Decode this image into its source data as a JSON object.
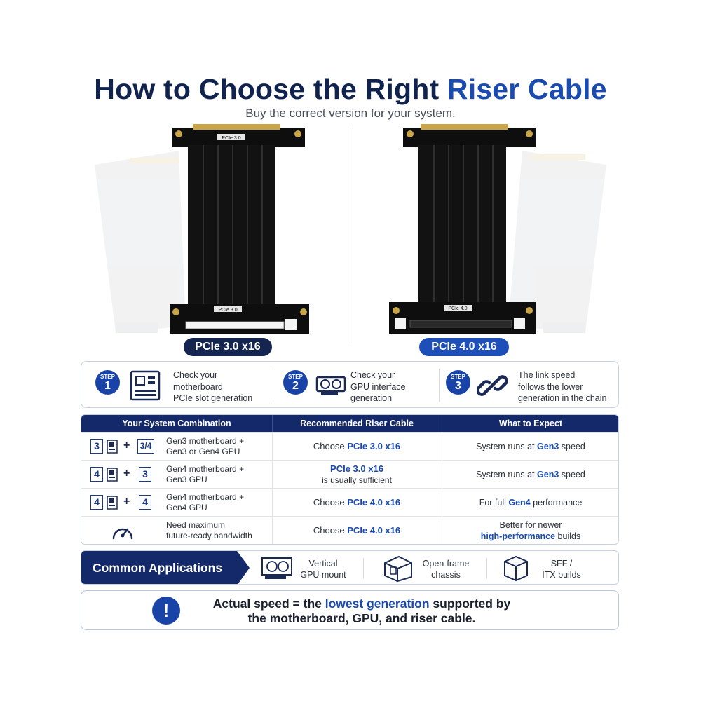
{
  "header": {
    "title_main": "How to Choose the Right ",
    "title_accent": "Riser Cable",
    "subtitle": "Buy the correct version for your system."
  },
  "products": {
    "left": {
      "label": "PCIe 3.0 x16",
      "chip_top": "PCIe 3.0",
      "chip_bottom": "PCIe 3.0"
    },
    "right": {
      "label": "PCIe 4.0 x16",
      "chip_top": "",
      "chip_bottom": "PCIe 4.0"
    }
  },
  "steps": [
    {
      "word": "STEP",
      "num": "1",
      "line1": "Check your",
      "line2": "motherboard",
      "line3": "PCIe slot generation"
    },
    {
      "word": "STEP",
      "num": "2",
      "line1": "Check your",
      "line2": "GPU interface",
      "line3": "generation"
    },
    {
      "word": "STEP",
      "num": "3",
      "line1": "The link speed",
      "line2": "follows the lower",
      "line3": "generation in the chain"
    }
  ],
  "table": {
    "headers": [
      "Your System Combination",
      "Recommended Riser Cable",
      "What to Expect"
    ],
    "rows": [
      {
        "a": "3",
        "b": "3/4",
        "desc1": "Gen3 motherboard +",
        "desc2": "Gen3 or Gen4 GPU",
        "rec_pre": "Choose ",
        "rec_hl": "PCIe 3.0 x16",
        "rec_sub": "",
        "exp_pre": "System runs at ",
        "exp_hl": "Gen3",
        "exp_post": " speed"
      },
      {
        "a": "4",
        "b": "3",
        "desc1": "Gen4 motherboard +",
        "desc2": "Gen3 GPU",
        "rec_pre": "",
        "rec_hl": "PCIe 3.0 x16",
        "rec_sub": "is usually sufficient",
        "exp_pre": "System runs at ",
        "exp_hl": "Gen3",
        "exp_post": " speed"
      },
      {
        "a": "4",
        "b": "4",
        "desc1": "Gen4 motherboard +",
        "desc2": "Gen4 GPU",
        "rec_pre": "Choose ",
        "rec_hl": "PCIe 4.0 x16",
        "rec_sub": "",
        "exp_pre": "For full ",
        "exp_hl": "Gen4",
        "exp_post": " performance"
      },
      {
        "desc1": "Need maximum",
        "desc2": "future-ready bandwidth",
        "rec_pre": "Choose ",
        "rec_hl": "PCIe 4.0 x16",
        "rec_sub": "",
        "exp_line1": "Better for newer",
        "exp_hl": "high-performance",
        "exp_post": " builds"
      }
    ]
  },
  "applications": {
    "title": "Common Applications",
    "items": [
      {
        "line1": "Vertical",
        "line2": "GPU mount"
      },
      {
        "line1": "Open-frame",
        "line2": "chassis"
      },
      {
        "line1": "SFF /",
        "line2": "ITX builds"
      }
    ]
  },
  "note": {
    "icon": "!",
    "pre": "Actual speed = the ",
    "hl": "lowest generation",
    "post": " supported by",
    "line2": "the motherboard, GPU, and riser cable."
  },
  "colors": {
    "navy": "#13296a",
    "accent_blue": "#1a4bb0",
    "pill_left": "#14264f",
    "pill_right": "#1e4fb8",
    "gold": "#c9a54a"
  }
}
